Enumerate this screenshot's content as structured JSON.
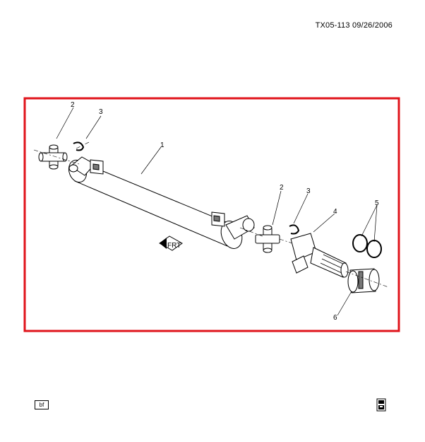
{
  "header": {
    "code": "TX05-113  09/26/2006"
  },
  "callouts": [
    "1",
    "2",
    "3",
    "2",
    "3",
    "4",
    "5",
    "6"
  ],
  "front_arrow_label": "FRT",
  "footer": {
    "tag": "bf",
    "icon": "printer-icon"
  },
  "colors": {
    "highlight_border": "#e0141b",
    "line": "#000000"
  }
}
